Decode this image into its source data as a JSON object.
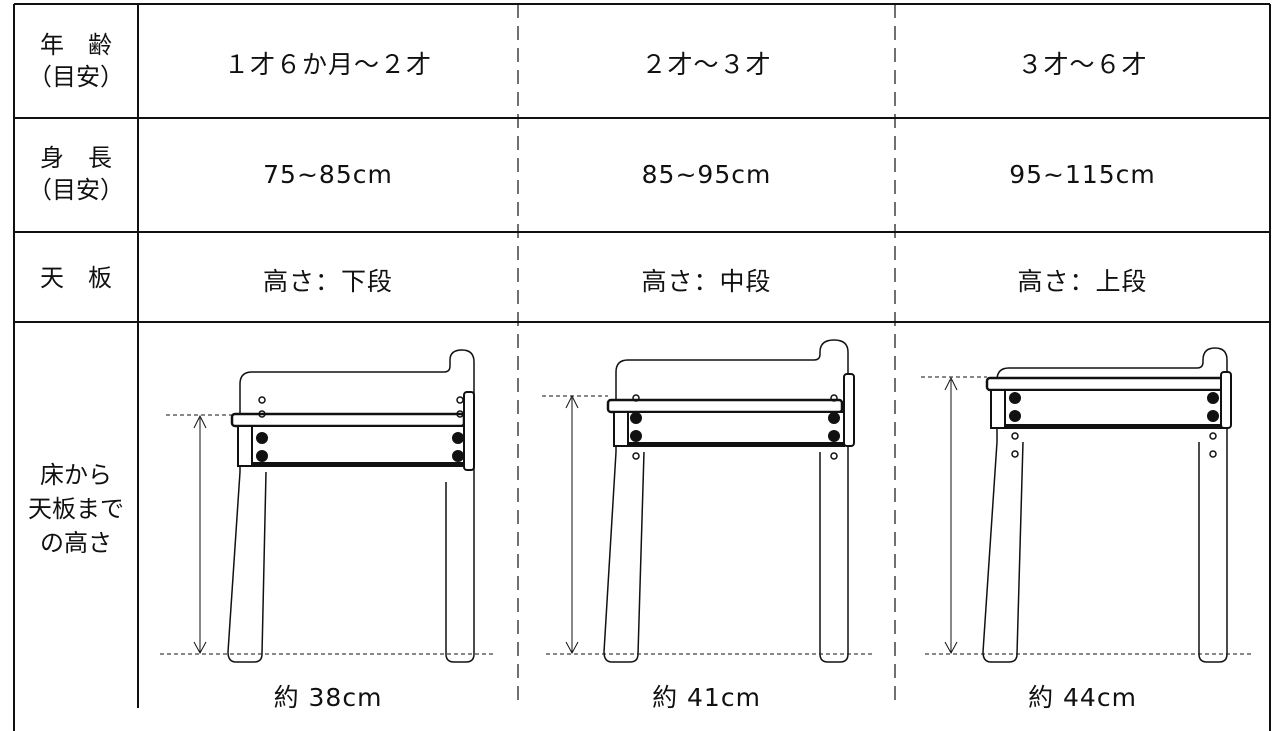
{
  "table": {
    "header_col": {
      "age": [
        "年　齢",
        "（目安）"
      ],
      "height": [
        "身　長",
        "（目安）"
      ],
      "board": "天　板",
      "floor_to_board": [
        "床から",
        "天板まで",
        "の高さ"
      ]
    },
    "columns": [
      {
        "age": "１才６か月～２才",
        "height": "75~85cm",
        "board": "高さ：下段",
        "floor_height": "約 38cm"
      },
      {
        "age": "２才～３才",
        "height": "85~95cm",
        "board": "高さ：中段",
        "floor_height": "約 41cm"
      },
      {
        "age": "３才～６才",
        "height": "95~115cm",
        "board": "高さ：上段",
        "floor_height": "約 44cm"
      }
    ]
  }
}
